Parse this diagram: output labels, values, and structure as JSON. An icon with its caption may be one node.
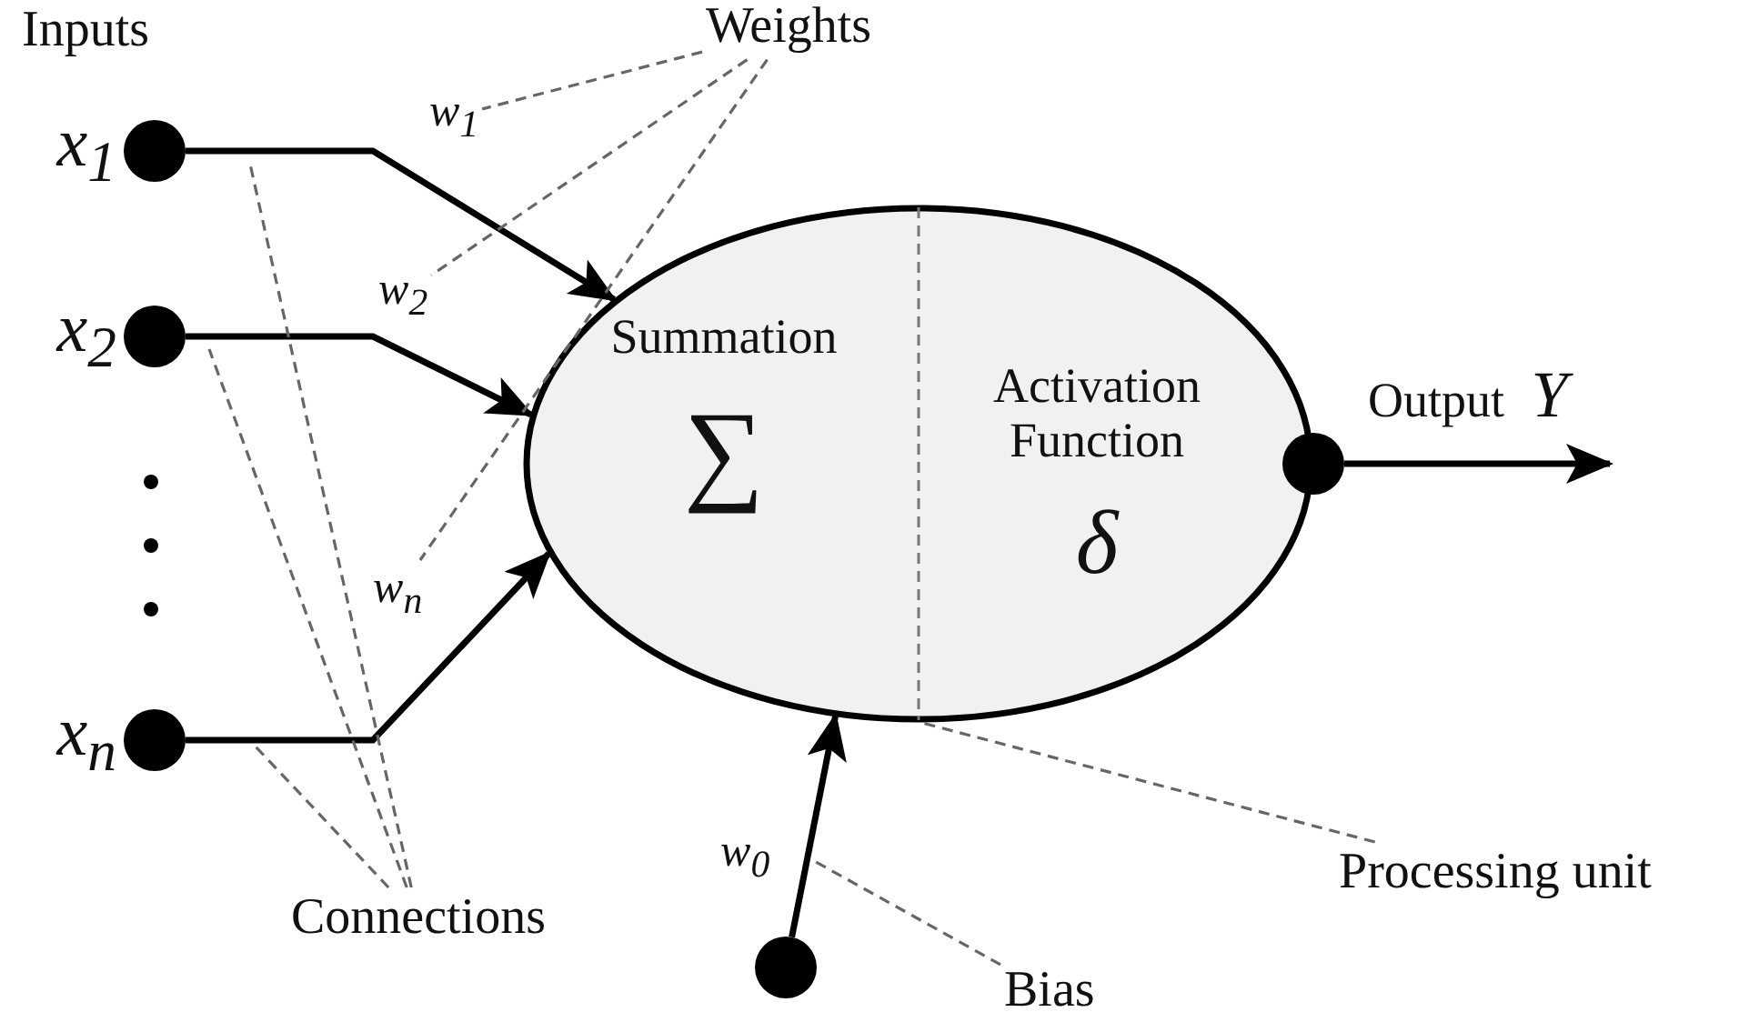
{
  "diagram": {
    "nodes": [
      {
        "text": [
          "Weights"
        ]
      },
      {
        "text": [],
        "shape": "circle",
        "beside": [
          "x$_{1}$"
        ]
      },
      {
        "text": [
          "w$_{1}$"
        ]
      },
      {
        "text": [],
        "shape": "circle",
        "beside": [
          "x$_{2}$"
        ]
      },
      {
        "text": [
          "w$_{2}$"
        ]
      },
      {
        "text": [],
        "shape": "ellipse"
      },
      {
        "text": [
          "Summation",
          "∑"
        ],
        "in": 5
      },
      {
        "text": [
          "Activation Function",
          "δ"
        ],
        "in": 5
      },
      {
        "text": [],
        "shape": "circle"
      },
      {
        "text": [
          "w$_{n}$"
        ]
      },
      {
        "text": [],
        "shape": "circle",
        "beside": [
          "x$_{n}$"
        ]
      },
      {
        "text": [
          "Connections"
        ]
      },
      {
        "text": [],
        "shape": "circle"
      },
      {
        "text": [
          "Processing unit"
        ]
      },
      {
        "text": [
          "Bias"
        ]
      }
    ],
    "edges": [
      {
        "from": 1,
        "to": 5,
        "arrow": "to",
        "style": "thick",
        "color": "#000000"
      },
      {
        "from": 3,
        "to": 5,
        "arrow": "to",
        "style": "thick",
        "color": "#000000"
      },
      {
        "from": 10,
        "to": 5,
        "arrow": "to",
        "style": "thick",
        "color": "#000000"
      },
      {
        "from": 12,
        "to": 5,
        "arrow": "to",
        "label": "w$_{0}$",
        "style": "thick",
        "color": "#000000"
      },
      {
        "from": 8,
        "to": null,
        "arrow": "to",
        "label": "Output *Y*",
        "style": "thick",
        "color": "#000000"
      },
      {
        "from": 0,
        "to": 2,
        "arrow": "none",
        "style": "dashed",
        "color": "#666666"
      },
      {
        "from": 0,
        "to": 4,
        "arrow": "none",
        "style": "dashed",
        "color": "#666666"
      },
      {
        "from": 0,
        "to": 9,
        "arrow": "none",
        "style": "dashed",
        "color": "#666666"
      },
      {
        "from": 11,
        "to": null,
        "arrow": "none",
        "style": "dashed",
        "color": "#666666"
      },
      {
        "from": 11,
        "to": null,
        "arrow": "none",
        "style": "dashed",
        "color": "#666666"
      },
      {
        "from": 11,
        "to": null,
        "arrow": "none",
        "style": "dashed",
        "color": "#666666"
      },
      {
        "from": 13,
        "to": 5,
        "arrow": "none",
        "style": "dashed",
        "color": "#666666"
      },
      {
        "from": 14,
        "to": null,
        "arrow": "none",
        "style": "dashed",
        "color": "#666666"
      }
    ],
    "labels": [
      "Inputs"
    ]
  }
}
